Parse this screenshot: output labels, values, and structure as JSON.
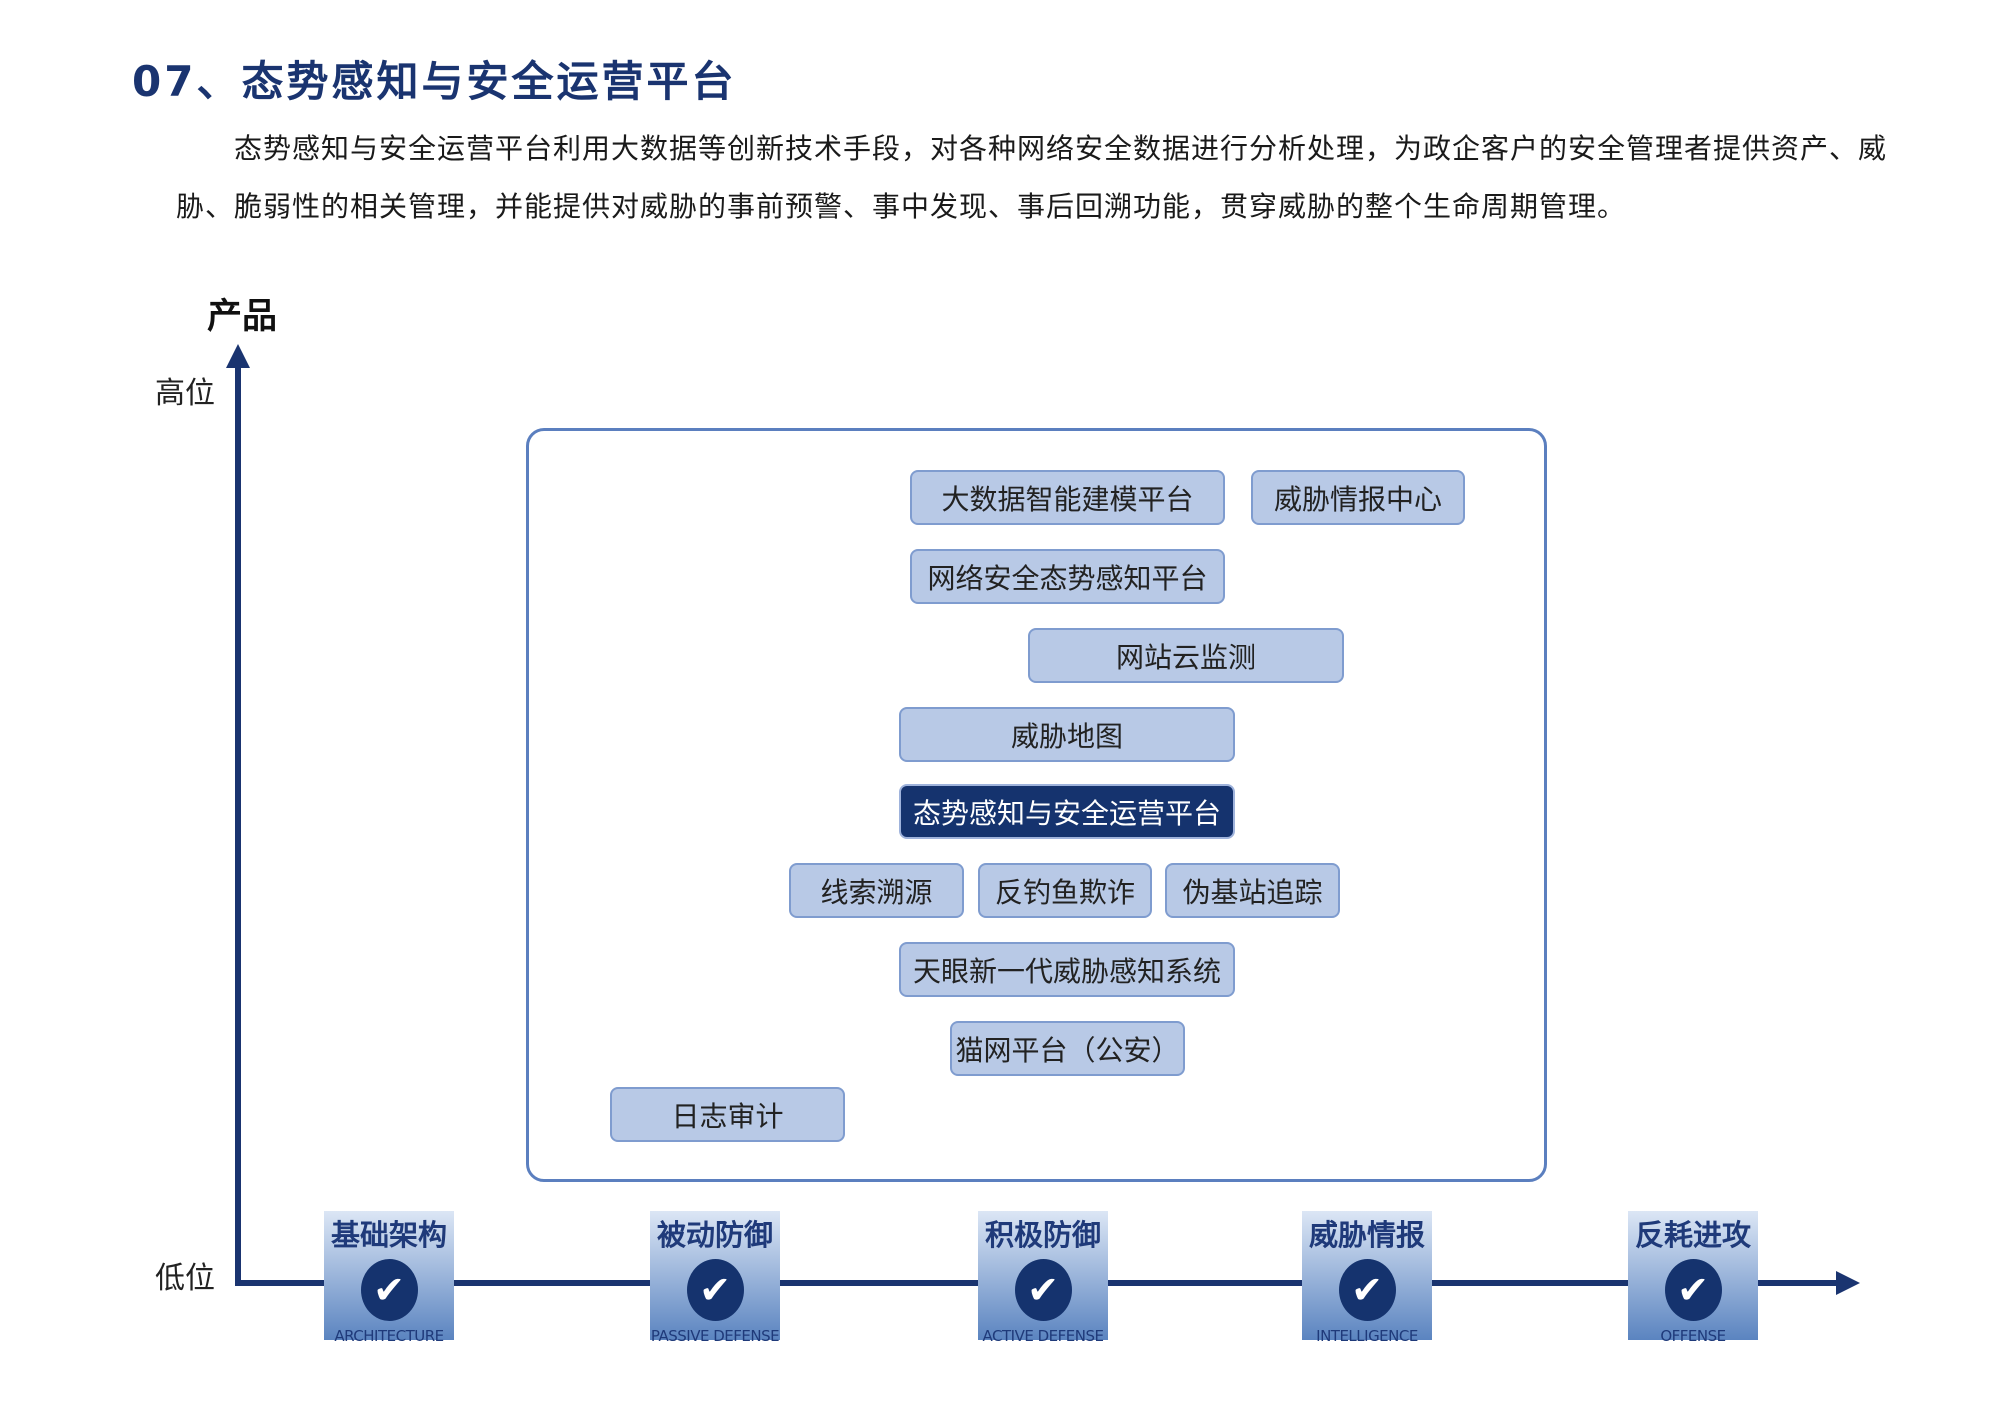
{
  "header": {
    "title": "07、态势感知与安全运营平台"
  },
  "intro": "态势感知与安全运营平台利用大数据等创新技术手段，对各种网络安全数据进行分析处理，为政企客户的安全管理者提供资产、威胁、脆弱性的相关管理，并能提供对威胁的事前预警、事中发现、事后回溯功能，贯穿威胁的整个生命周期管理。",
  "diagram": {
    "y_axis_title": "产品",
    "y_high": "高位",
    "y_low": "低位",
    "products": [
      {
        "label": "大数据智能建模平台"
      },
      {
        "label": "威胁情报中心"
      },
      {
        "label": "网络安全态势感知平台"
      },
      {
        "label": "网站云监测"
      },
      {
        "label": "威胁地图"
      },
      {
        "label": "态势感知与安全运营平台",
        "highlight": true
      },
      {
        "label": "线索溯源"
      },
      {
        "label": "反钓鱼欺诈"
      },
      {
        "label": "伪基站追踪"
      },
      {
        "label": "天眼新一代威胁感知系统"
      },
      {
        "label": "猫网平台（公安）"
      },
      {
        "label": "日志审计"
      }
    ],
    "categories": [
      {
        "cn": "基础架构",
        "en": "ARCHITECTURE",
        "icon": "check-icon"
      },
      {
        "cn": "被动防御",
        "en": "PASSIVE DEFENSE",
        "icon": "check-icon"
      },
      {
        "cn": "积极防御",
        "en": "ACTIVE DEFENSE",
        "icon": "check-icon"
      },
      {
        "cn": "威胁情报",
        "en": "INTELLIGENCE",
        "icon": "check-icon"
      },
      {
        "cn": "反耗进攻",
        "en": "OFFENSE",
        "icon": "check-icon"
      }
    ],
    "colors": {
      "accent": "#1a3470",
      "pill": "#b8c9e6",
      "pill_dark": "#15336e",
      "frame": "#5b7fbf"
    }
  }
}
